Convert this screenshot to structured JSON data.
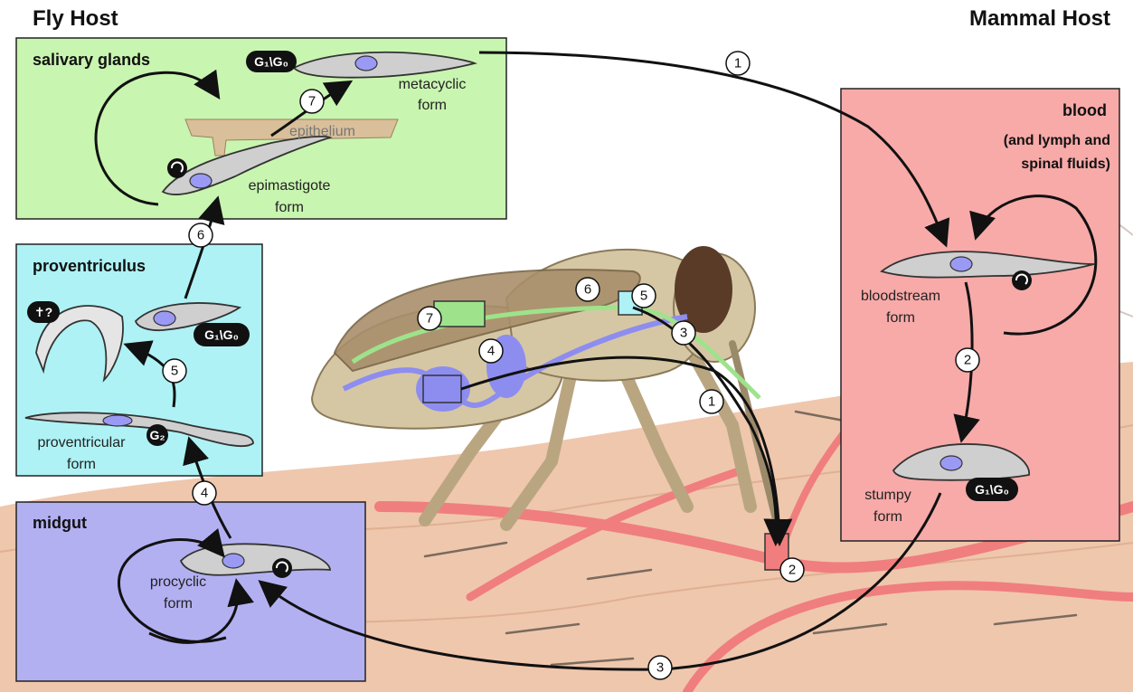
{
  "titles": {
    "fly_host": "Fly Host",
    "mammal_host": "Mammal Host"
  },
  "colors": {
    "salivary_bg": "#c8f5b0",
    "proventriculus_bg": "#aef2f5",
    "midgut_bg": "#b3b0f2",
    "blood_bg": "#f7aaa8",
    "skin": "#efc7ad",
    "vessel": "#f07e7e",
    "fly_body": "#d6c7a4",
    "fly_dark": "#a98f6b",
    "gut_blue": "#8d8df0",
    "gut_green": "#9ee38c"
  },
  "boxes": {
    "salivary": {
      "title": "salivary glands",
      "epithelium": "epithelium"
    },
    "proventriculus": {
      "title": "proventriculus"
    },
    "midgut": {
      "title": "midgut"
    },
    "blood": {
      "title": "blood",
      "subtitle_1": "(and lymph and",
      "subtitle_2": "spinal fluids)"
    }
  },
  "forms": {
    "metacyclic": [
      "metacyclic",
      "form"
    ],
    "epimastigote": [
      "epimastigote",
      "form"
    ],
    "proventricular": [
      "proventricular",
      "form"
    ],
    "procyclic": [
      "procyclic",
      "form"
    ],
    "bloodstream": [
      "bloodstream",
      "form"
    ],
    "stumpy": [
      "stumpy",
      "form"
    ]
  },
  "badges": {
    "g1g0": "G₁\\G₀",
    "g2": "G₂",
    "death": "✝?"
  },
  "steps": [
    "1",
    "2",
    "3",
    "4",
    "5",
    "6",
    "7"
  ]
}
